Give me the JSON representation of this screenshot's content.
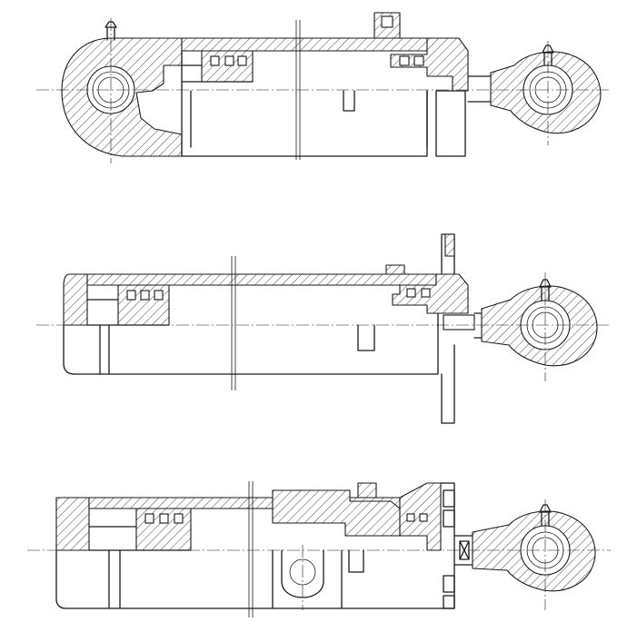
{
  "figure": {
    "labels": []
  },
  "drawings": [
    {
      "id": "cylinder-1",
      "type": "hydraulic-cylinder",
      "mounting": "rear-clevis-eye"
    },
    {
      "id": "cylinder-2",
      "type": "hydraulic-cylinder",
      "mounting": "front-flange"
    },
    {
      "id": "cylinder-3",
      "type": "hydraulic-cylinder",
      "mounting": "intermediate-trunnion"
    }
  ],
  "colors": {
    "line": "#1a1a1a",
    "background": "#ffffff"
  }
}
